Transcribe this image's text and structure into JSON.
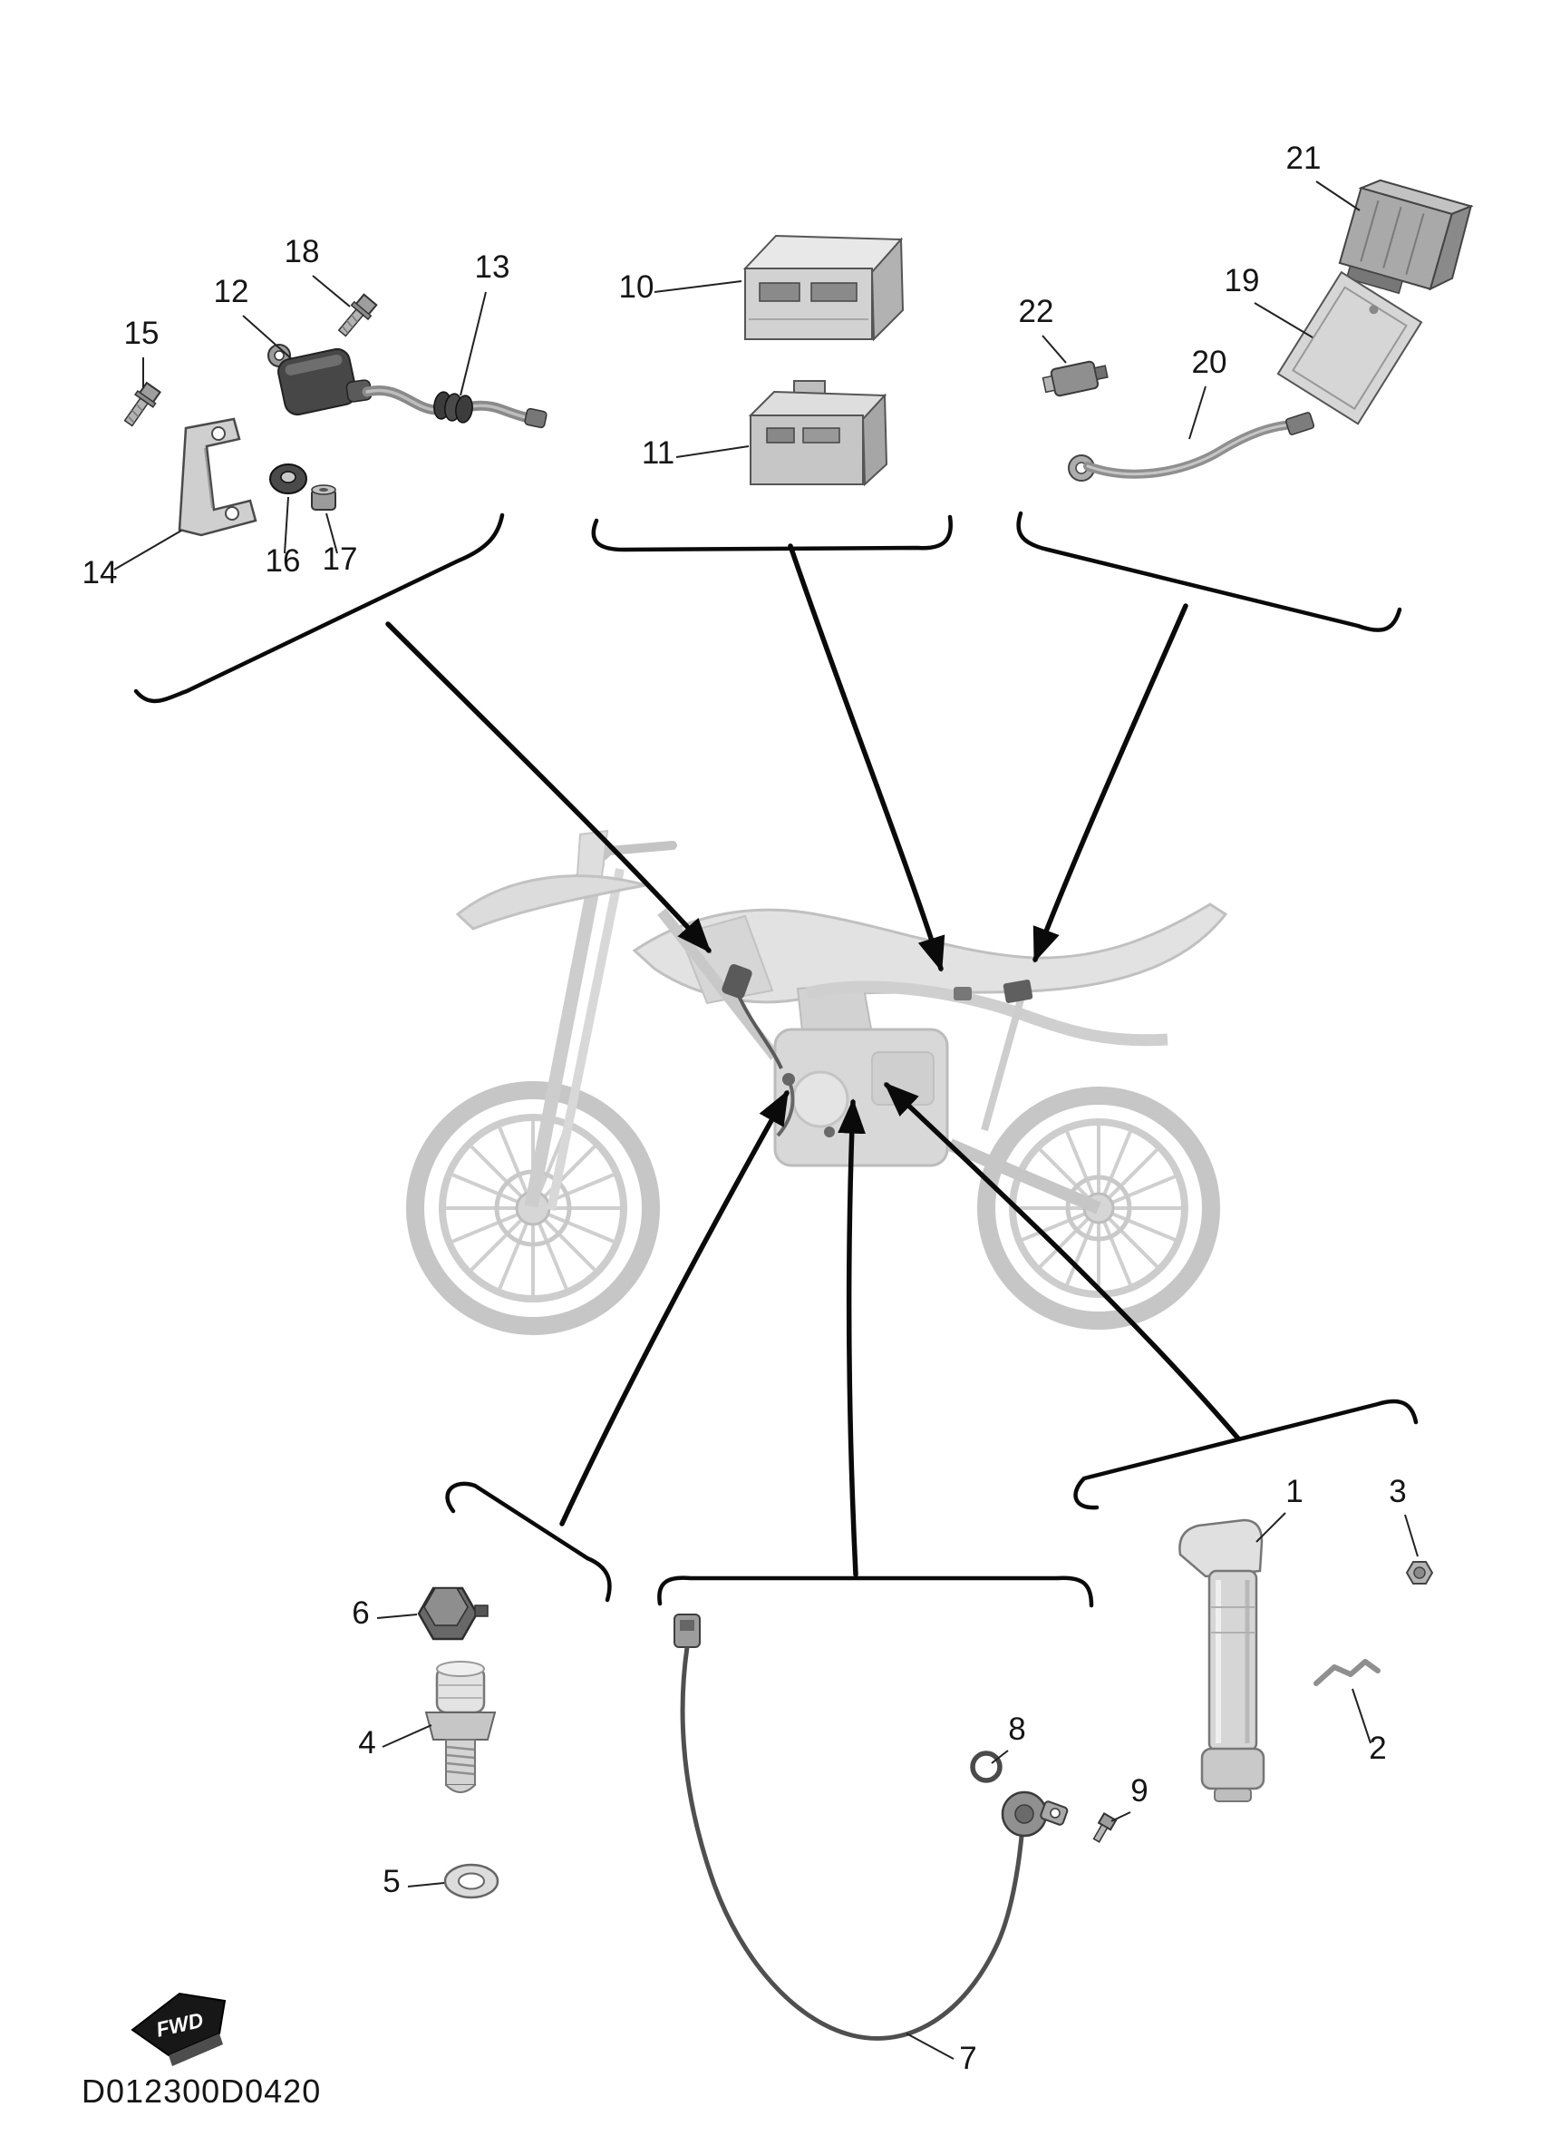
{
  "diagram": {
    "code": "D012300D0420",
    "fwd_label": "FWD"
  },
  "callouts": {
    "p1": "1",
    "p2": "2",
    "p3": "3",
    "p4": "4",
    "p5": "5",
    "p6": "6",
    "p7": "7",
    "p8": "8",
    "p9": "9",
    "p10": "10",
    "p11": "11",
    "p12": "12",
    "p13": "13",
    "p14": "14",
    "p15": "15",
    "p16": "16",
    "p17": "17",
    "p18": "18",
    "p19": "19",
    "p20": "20",
    "p21": "21",
    "p22": "22"
  }
}
